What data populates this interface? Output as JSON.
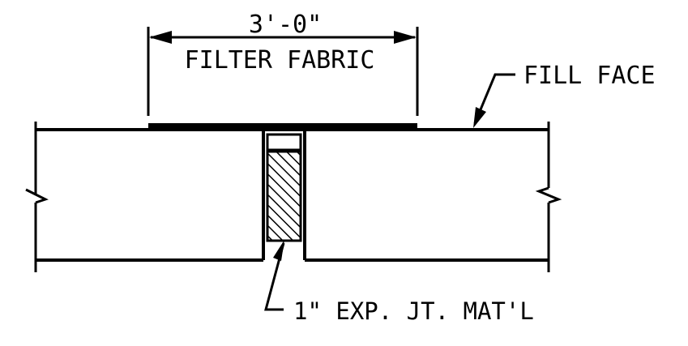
{
  "drawing": {
    "dimension_label": "3'-0\"",
    "filter_fabric_label": "FILTER FABRIC",
    "fill_face_label": "FILL FACE",
    "joint_material_label": "1\" EXP. JT. MAT'L"
  },
  "colors": {
    "ink": "#000000",
    "paper": "#ffffff"
  }
}
